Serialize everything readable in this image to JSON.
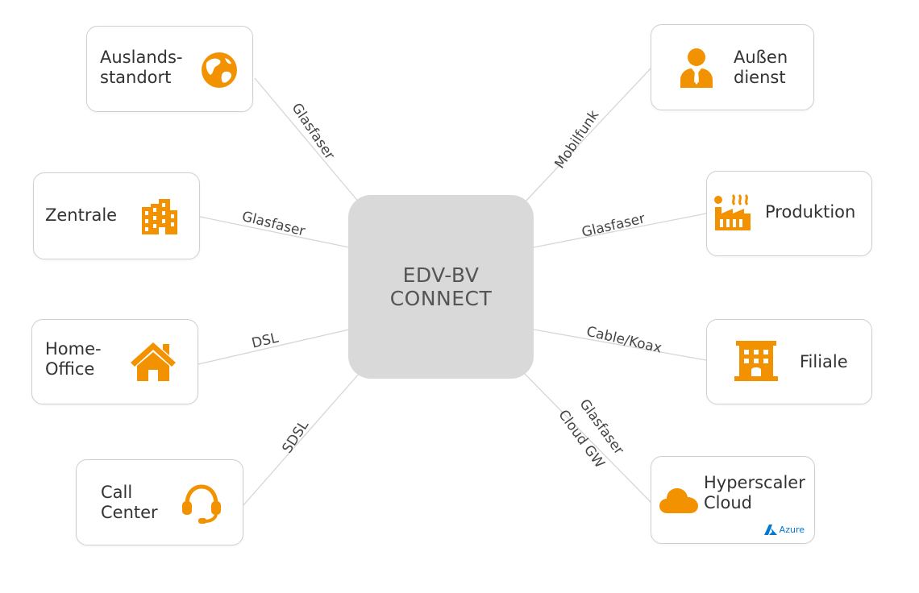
{
  "hub": {
    "line1": "EDV-BV",
    "line2": "CONNECT"
  },
  "nodes": {
    "auslandsstandort": {
      "line1": "Auslands-",
      "line2": "standort"
    },
    "zentrale": {
      "line1": "Zentrale"
    },
    "home_office": {
      "line1": "Home-",
      "line2": "Office"
    },
    "call_center": {
      "line1": "Call",
      "line2": "Center"
    },
    "aussendienst": {
      "line1": "Außen",
      "line2": "dienst"
    },
    "produktion": {
      "line1": "Produktion"
    },
    "filiale": {
      "line1": "Filiale"
    },
    "hyperscaler": {
      "line1": "Hyperscaler",
      "line2": "Cloud",
      "badge": "Azure"
    }
  },
  "connections": {
    "auslandsstandort": "Glasfaser",
    "zentrale": "Glasfaser",
    "home_office": "DSL",
    "call_center": "SDSL",
    "aussendienst": "Mobilfunk",
    "produktion": "Glasfaser",
    "filiale": "Cable/Koax",
    "hyperscaler_1": "Glasfaser",
    "hyperscaler_2": "Cloud GW"
  },
  "colors": {
    "accent": "#f39200",
    "hub": "#d9d9d9",
    "line": "#d6d6d6",
    "azure": "#0078d4"
  },
  "icons": {
    "auslandsstandort": "globe-icon",
    "zentrale": "office-building-icon",
    "home_office": "house-icon",
    "call_center": "headset-icon",
    "aussendienst": "field-worker-icon",
    "produktion": "factory-icon",
    "filiale": "branch-building-icon",
    "hyperscaler": "cloud-icon"
  }
}
